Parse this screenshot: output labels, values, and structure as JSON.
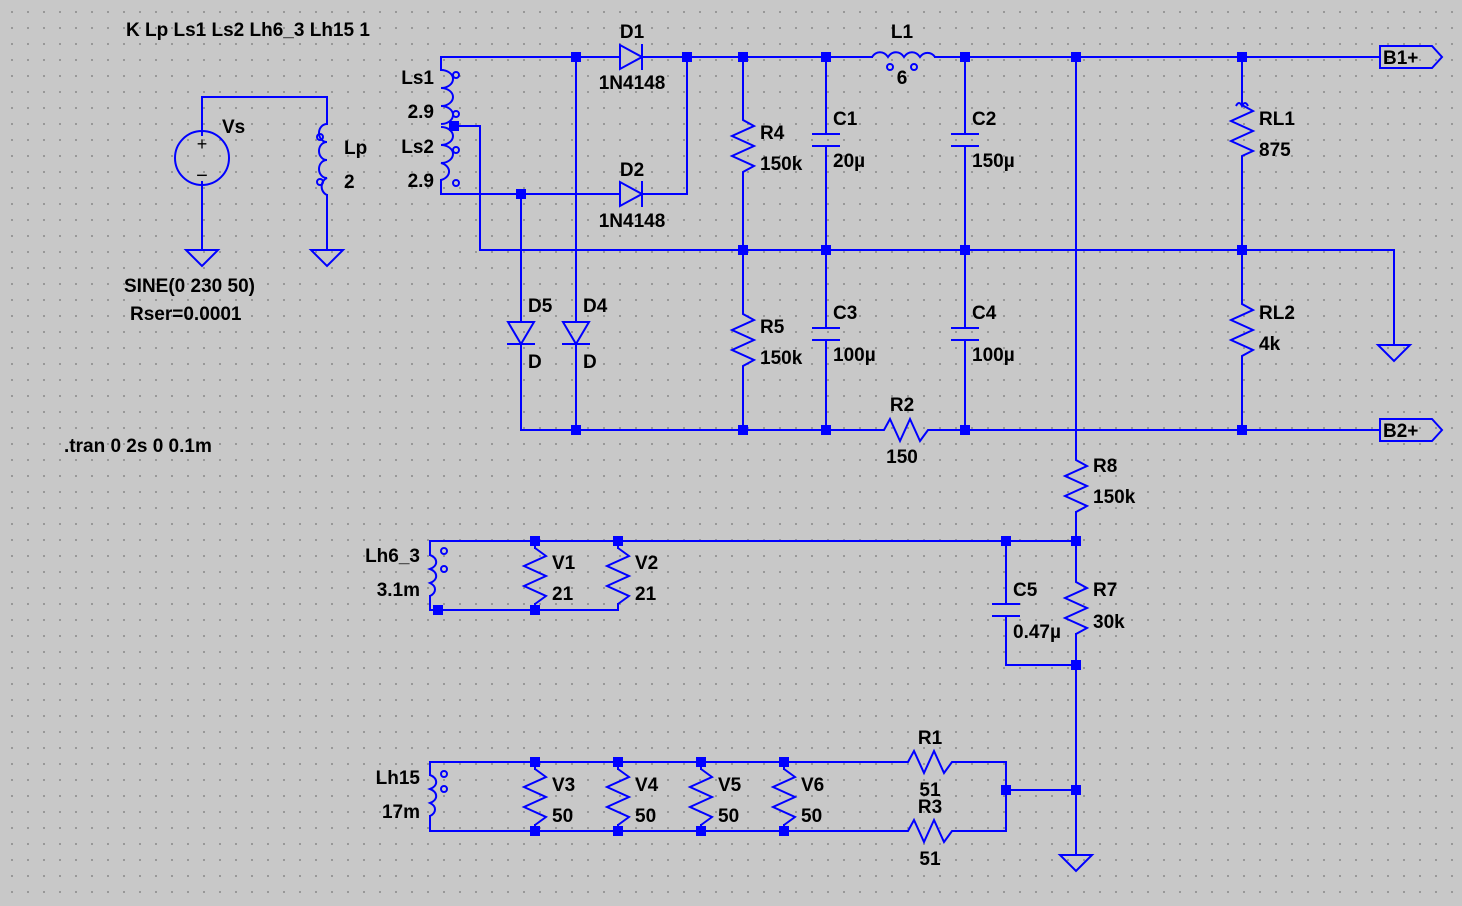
{
  "directives": {
    "coupling": "K Lp Ls1 Ls2 Lh6_3 Lh15 1",
    "tran": ".tran 0 2s 0 0.1m"
  },
  "source": {
    "name": "Vs",
    "value": "SINE(0 230 50)",
    "rser": "Rser=0.0001",
    "plus": "+",
    "minus": "−"
  },
  "inductors": {
    "Lp": {
      "name": "Lp",
      "value": "2"
    },
    "Ls1": {
      "name": "Ls1",
      "value": "2.9"
    },
    "Ls2": {
      "name": "Ls2",
      "value": "2.9"
    },
    "L1": {
      "name": "L1",
      "value": "6"
    },
    "Lh6_3": {
      "name": "Lh6_3",
      "value": "3.1m"
    },
    "Lh15": {
      "name": "Lh15",
      "value": "17m"
    }
  },
  "diodes": {
    "D1": {
      "name": "D1",
      "value": "1N4148"
    },
    "D2": {
      "name": "D2",
      "value": "1N4148"
    },
    "D4": {
      "name": "D4",
      "value": "D"
    },
    "D5": {
      "name": "D5",
      "value": "D"
    }
  },
  "resistors": {
    "R4": {
      "name": "R4",
      "value": "150k"
    },
    "R5": {
      "name": "R5",
      "value": "150k"
    },
    "R2": {
      "name": "R2",
      "value": "150"
    },
    "R8": {
      "name": "R8",
      "value": "150k"
    },
    "R7": {
      "name": "R7",
      "value": "30k"
    },
    "R1": {
      "name": "R1",
      "value": "51"
    },
    "R3": {
      "name": "R3",
      "value": "51"
    },
    "RL1": {
      "name": "RL1",
      "value": "875"
    },
    "RL2": {
      "name": "RL2",
      "value": "4k"
    },
    "V1": {
      "name": "V1",
      "value": "21"
    },
    "V2": {
      "name": "V2",
      "value": "21"
    },
    "V3": {
      "name": "V3",
      "value": "50"
    },
    "V4": {
      "name": "V4",
      "value": "50"
    },
    "V5": {
      "name": "V5",
      "value": "50"
    },
    "V6": {
      "name": "V6",
      "value": "50"
    }
  },
  "capacitors": {
    "C1": {
      "name": "C1",
      "value": "20µ"
    },
    "C2": {
      "name": "C2",
      "value": "150µ"
    },
    "C3": {
      "name": "C3",
      "value": "100µ"
    },
    "C4": {
      "name": "C4",
      "value": "100µ"
    },
    "C5": {
      "name": "C5",
      "value": "0.47µ"
    }
  },
  "net_labels": {
    "B1": "B1+",
    "B2": "B2+"
  },
  "colors": {
    "wire": "#0000ff",
    "background": "#c8c8c8",
    "text": "#000000"
  }
}
